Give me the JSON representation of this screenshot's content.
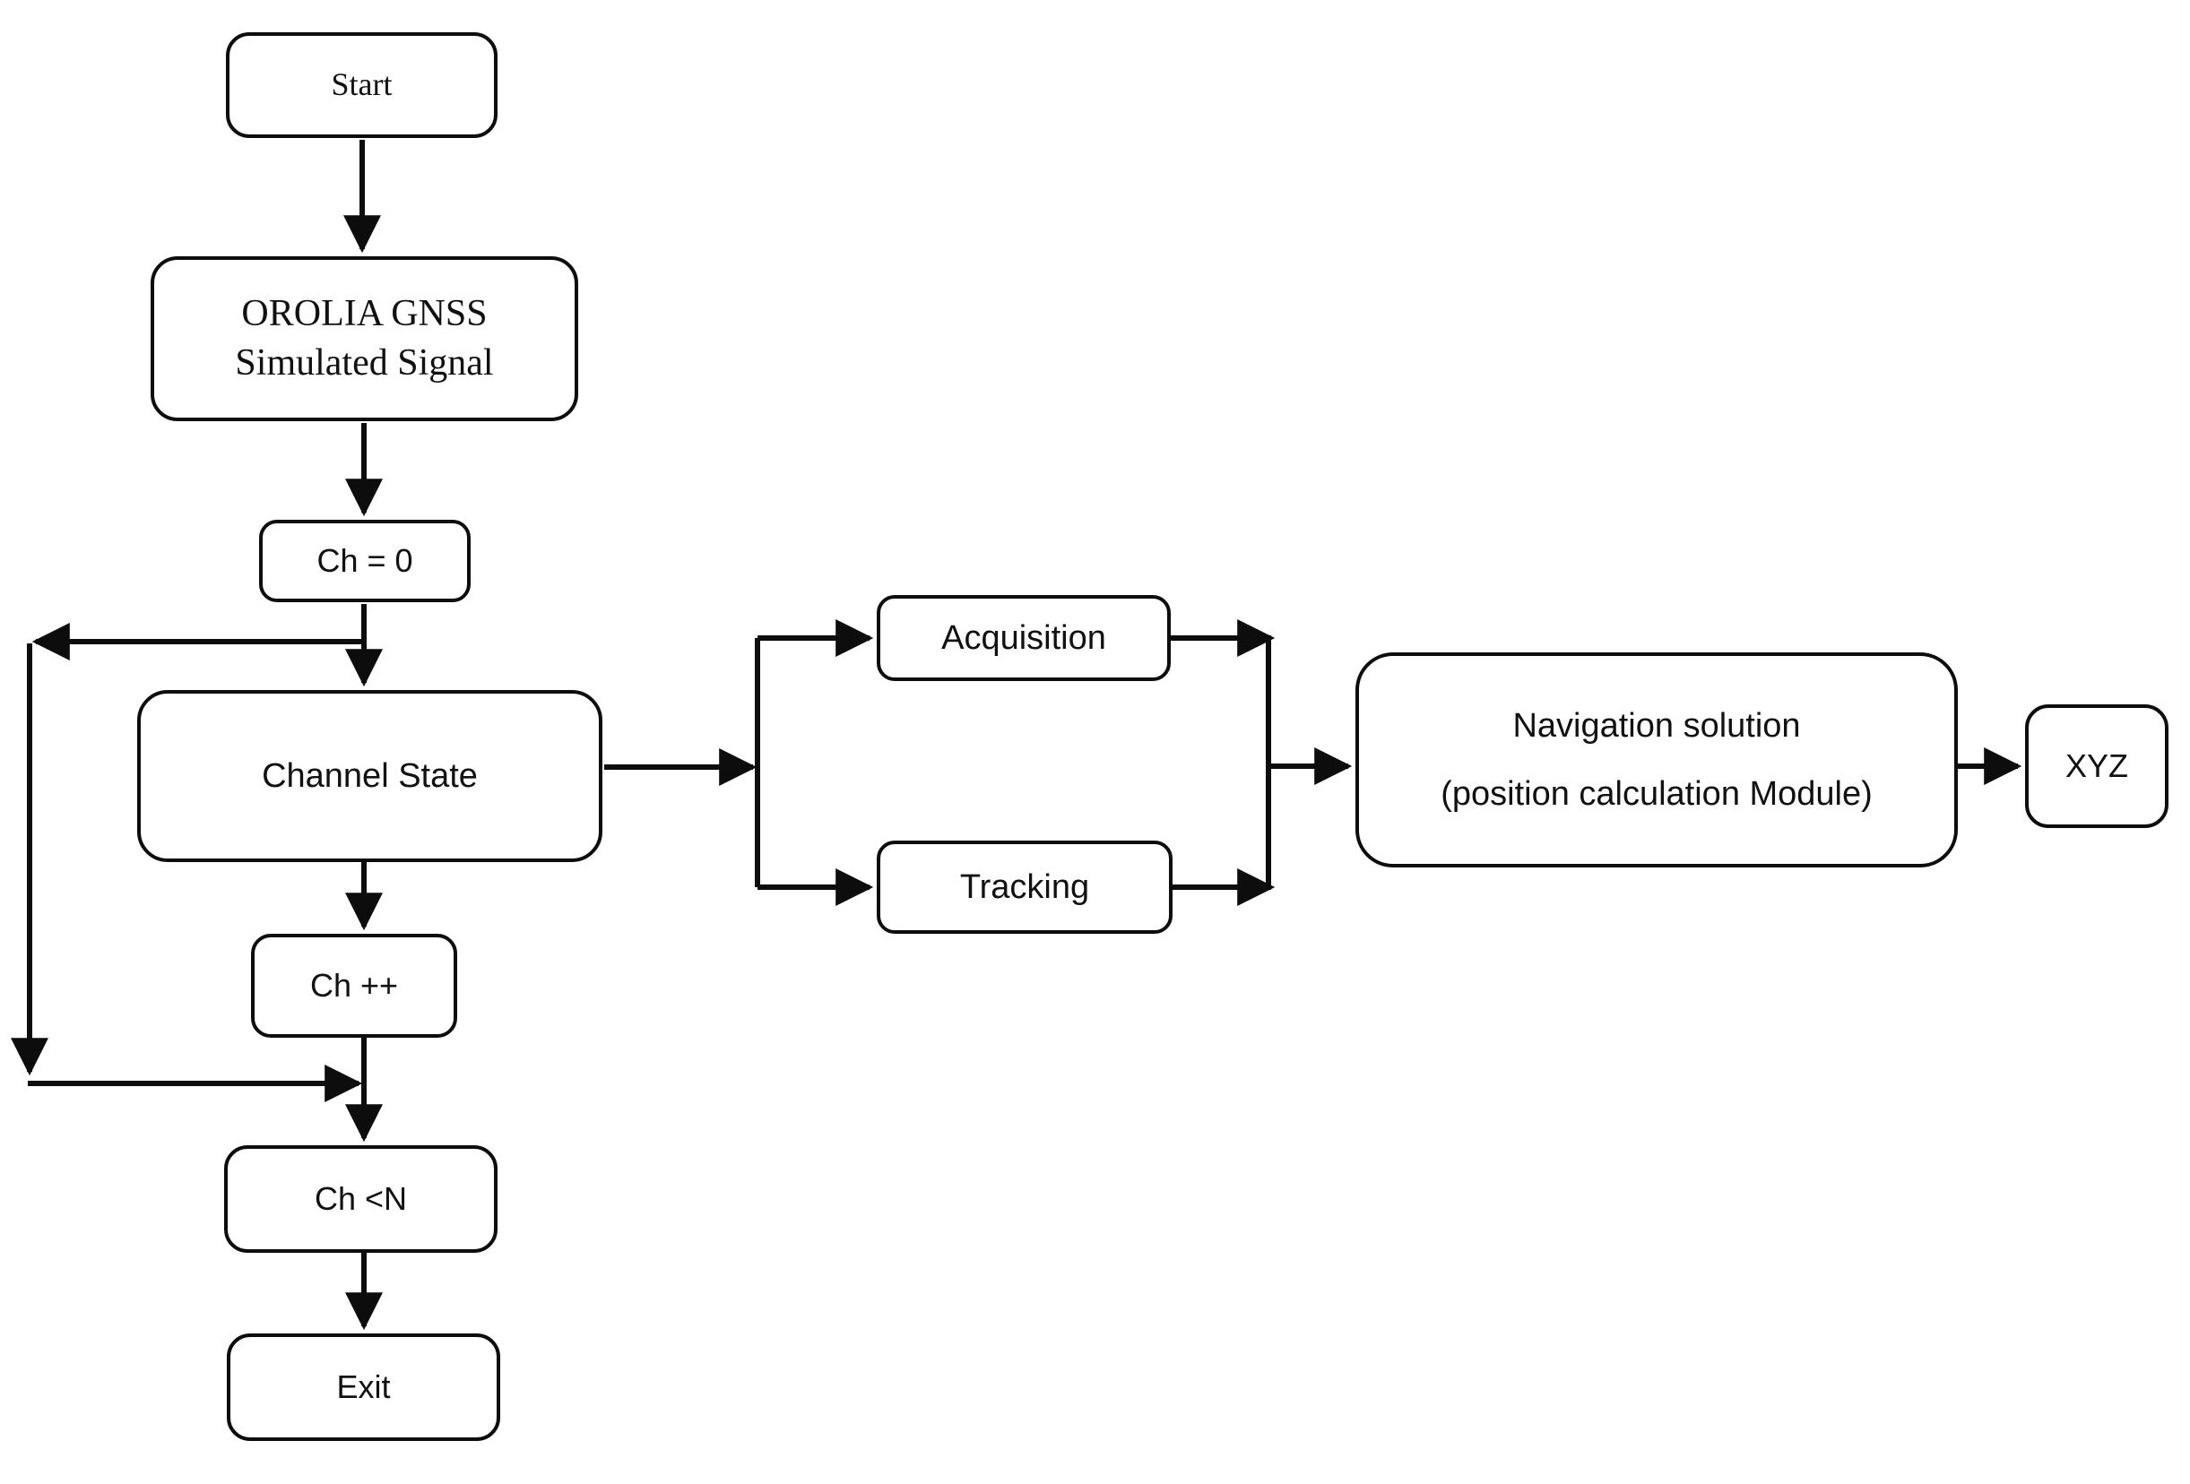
{
  "diagram": {
    "title": "GNSS software receiver processing flowchart",
    "background_color": "#ffffff",
    "stroke_color": "#0d0d0d",
    "text_color": "#111111",
    "nodes": {
      "start": {
        "label": "Start"
      },
      "orolia": {
        "label": "OROLIA GNSS\nSimulated  Signal"
      },
      "ch_init": {
        "label": "Ch = 0"
      },
      "channel_state": {
        "label": "Channel State"
      },
      "acquisition": {
        "label": "Acquisition"
      },
      "tracking": {
        "label": "Tracking"
      },
      "navigation": {
        "label": "Navigation solution\n(position calculation Module)"
      },
      "xyz": {
        "label": "XYZ"
      },
      "ch_inc": {
        "label": "Ch ++"
      },
      "ch_lt_n": {
        "label": "Ch <N"
      },
      "exit": {
        "label": "Exit"
      }
    },
    "edges": [
      {
        "name": "start-to-orolia",
        "from": "start",
        "to": "orolia",
        "label": ""
      },
      {
        "name": "orolia-to-ch-init",
        "from": "orolia",
        "to": "ch_init",
        "label": ""
      },
      {
        "name": "ch-init-to-channel-state",
        "from": "ch_init",
        "to": "channel_state",
        "label": ""
      },
      {
        "name": "channel-state-to-split",
        "from": "channel_state",
        "to": "acquisition",
        "label": ""
      },
      {
        "name": "split-to-tracking",
        "from": "channel_state",
        "to": "tracking",
        "label": ""
      },
      {
        "name": "acquisition-to-merge",
        "from": "acquisition",
        "to": "navigation",
        "label": ""
      },
      {
        "name": "tracking-to-merge",
        "from": "tracking",
        "to": "navigation",
        "label": ""
      },
      {
        "name": "navigation-to-xyz",
        "from": "navigation",
        "to": "xyz",
        "label": ""
      },
      {
        "name": "channel-state-to-ch-inc",
        "from": "channel_state",
        "to": "ch_inc",
        "label": ""
      },
      {
        "name": "ch-inc-to-ch-lt-n",
        "from": "ch_inc",
        "to": "ch_lt_n",
        "label": ""
      },
      {
        "name": "ch-lt-n-to-exit",
        "from": "ch_lt_n",
        "to": "exit",
        "label": ""
      },
      {
        "name": "loop-back-to-channel-state",
        "from": "ch_inc",
        "to": "channel_state",
        "label": ""
      }
    ]
  }
}
